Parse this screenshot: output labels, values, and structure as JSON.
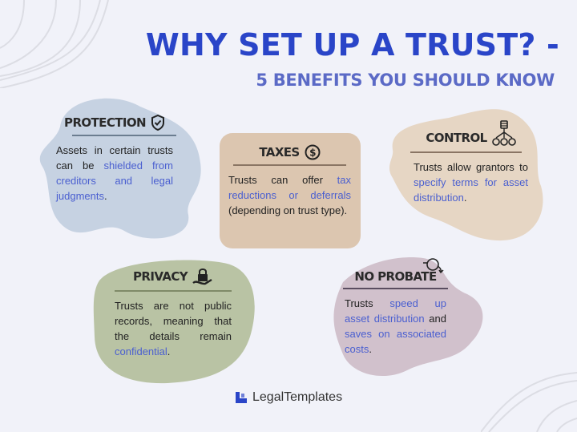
{
  "header": {
    "title": "WHY SET UP A TRUST? -",
    "subtitle": "5 BENEFITS YOU SHOULD KNOW"
  },
  "colors": {
    "title": "#2a45c8",
    "subtitle": "#5b6ac6",
    "highlight": "#4a5fd0",
    "background": "#f1f2f9",
    "protection_bg": "#c6d2e2",
    "taxes_bg": "#dcc6b0",
    "control_bg": "#e6d6c4",
    "privacy_bg": "#b9c3a4",
    "probate_bg": "#d1c1cc"
  },
  "cards": {
    "protection": {
      "title": "PROTECTION",
      "icon": "shield-check-icon",
      "body_pre": "Assets in certain trusts can be ",
      "body_hl": "shielded from creditors and legal judgments",
      "body_post": "."
    },
    "taxes": {
      "title": "TAXES",
      "icon": "dollar-coin-icon",
      "body_pre": "Trusts can offer ",
      "body_hl": "tax reductions or deferrals",
      "body_post": " (depending on trust type)."
    },
    "control": {
      "title": "CONTROL",
      "icon": "asset-distribution-icon",
      "body_pre": "Trusts allow grantors to ",
      "body_hl": "specify terms for asset distribution",
      "body_post": "."
    },
    "privacy": {
      "title": "PRIVACY",
      "icon": "hand-lock-icon",
      "body_pre": "Trusts are not public records, meaning that the details remain ",
      "body_hl": "confidential",
      "body_post": "."
    },
    "probate": {
      "title": "NO PROBATE",
      "icon": "loop-arrow-icon",
      "body_pre": "Trusts ",
      "body_hl": "speed up asset distribution",
      "body_mid": " and ",
      "body_hl2": "saves on associated costs",
      "body_post": "."
    }
  },
  "footer": {
    "brand": "LegalTemplates",
    "logo_icon": "legaltemplates-logo-icon"
  }
}
